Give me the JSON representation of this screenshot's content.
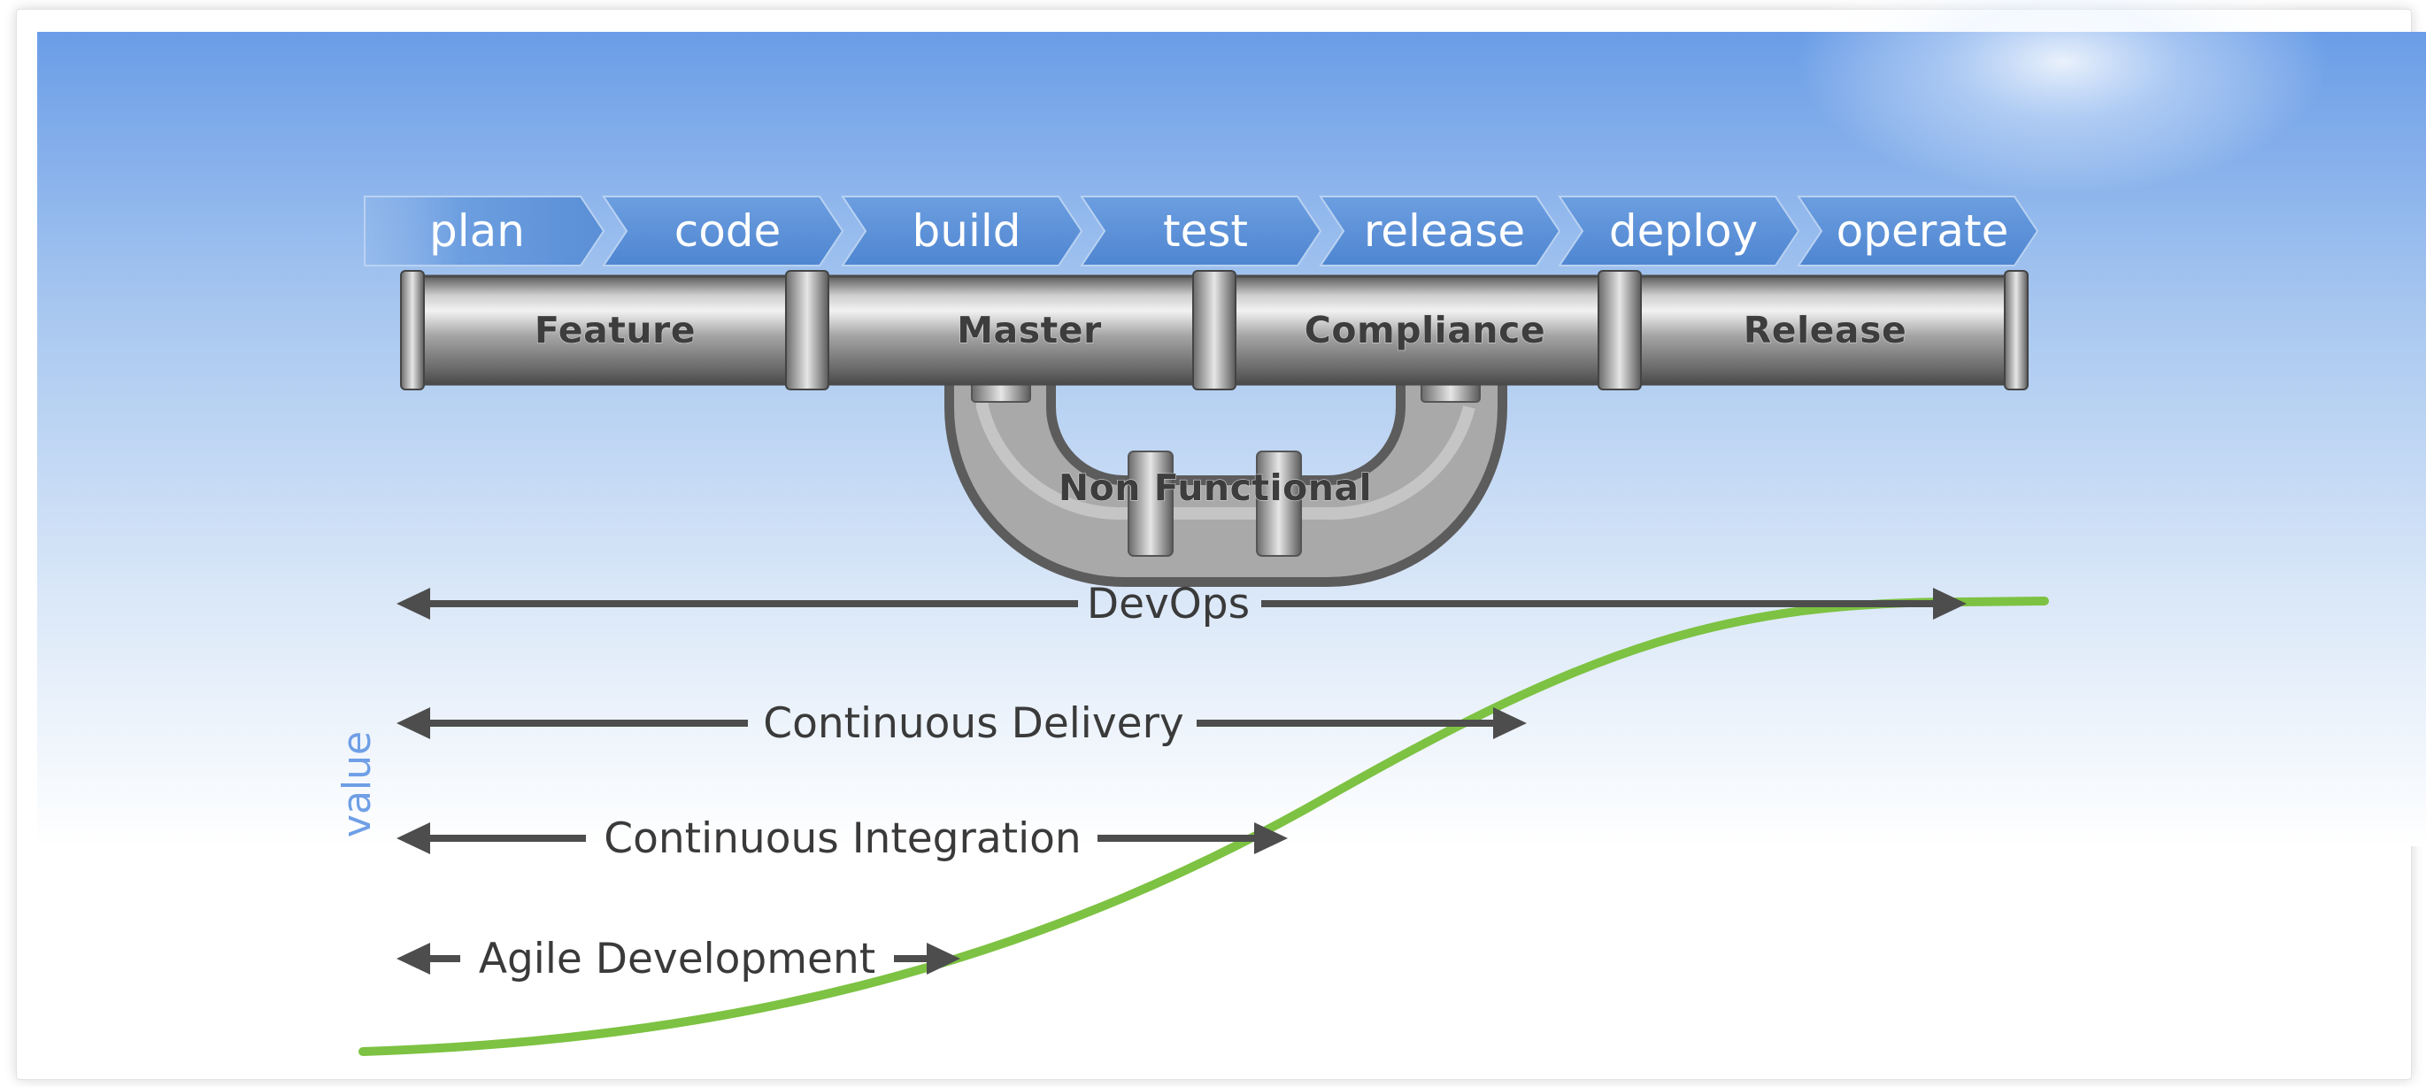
{
  "stages": [
    "plan",
    "code",
    "build",
    "test",
    "release",
    "deploy",
    "operate"
  ],
  "pipe_sections": [
    "Feature",
    "Master",
    "Compliance",
    "Release"
  ],
  "loop_label": "Non Functional",
  "levels": [
    "DevOps",
    "Continuous Delivery",
    "Continuous Integration",
    "Agile Development"
  ],
  "y_axis_label": "value",
  "colors": {
    "sky_top": "#6c9fe8",
    "chevron": "#5a8fd6",
    "curve": "#7dc242",
    "arrow": "#4d4d4d",
    "axis_label": "#6f9fe6"
  }
}
